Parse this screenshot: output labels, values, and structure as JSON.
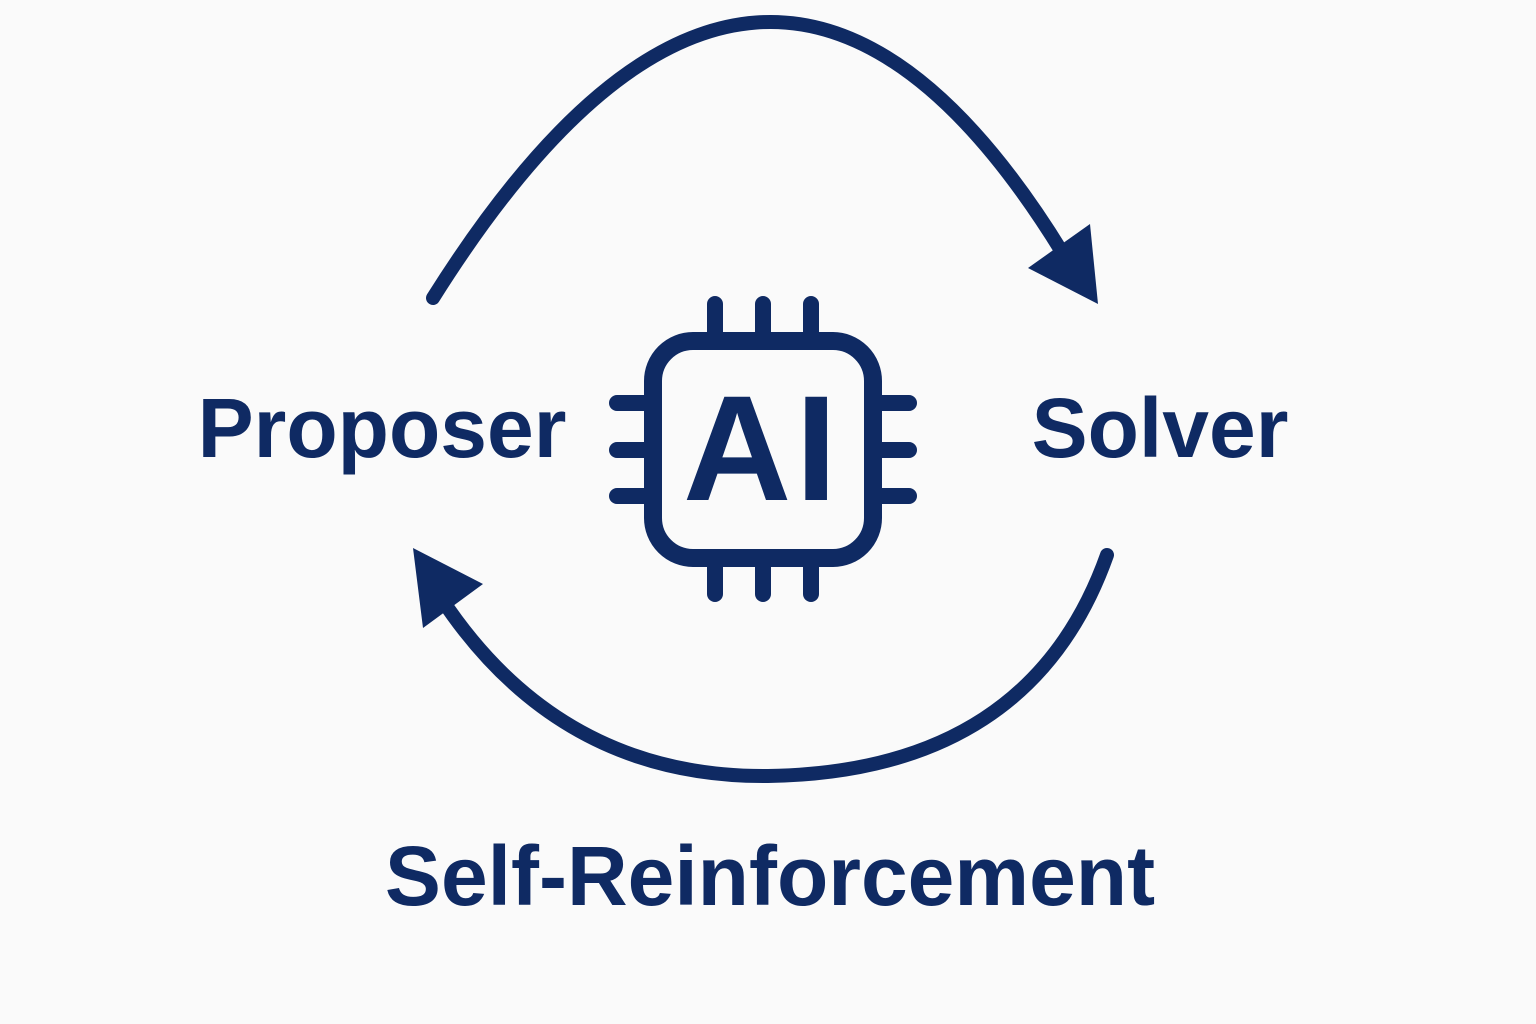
{
  "diagram": {
    "nodes": {
      "proposer": {
        "label": "Proposer"
      },
      "solver": {
        "label": "Solver"
      },
      "center": {
        "label": "AI",
        "icon": "chip-icon"
      }
    },
    "edges": [
      {
        "from": "proposer",
        "to": "solver",
        "style": "curved-arrow",
        "position": "top"
      },
      {
        "from": "solver",
        "to": "proposer",
        "style": "curved-arrow",
        "position": "bottom"
      }
    ],
    "caption": "Self-Reinforcement",
    "colors": {
      "primary": "#0f2a63",
      "background": "#fafafa"
    }
  }
}
